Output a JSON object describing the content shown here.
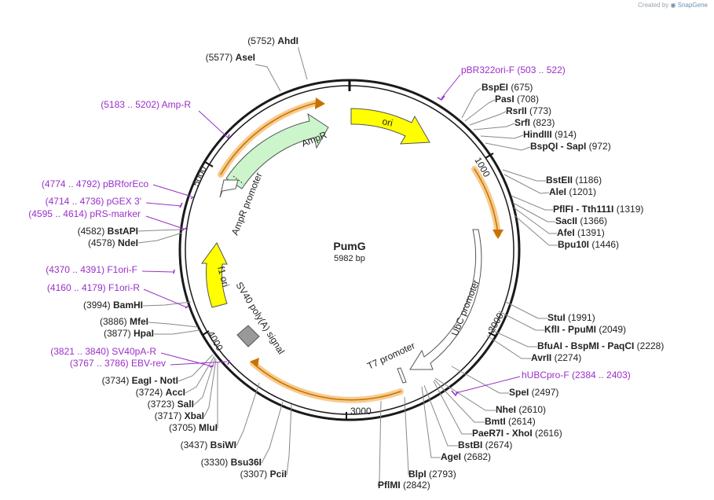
{
  "credit": {
    "prefix": "Created by",
    "brand": "SnapGene"
  },
  "plasmid": {
    "name": "PumG",
    "length_label": "5982 bp",
    "length": 5982
  },
  "ticks": [
    "1000",
    "2000",
    "3000",
    "4000",
    "5000"
  ],
  "features": [
    {
      "name": "ori",
      "type": "origin",
      "color": "#ffff00"
    },
    {
      "name": "AmpR",
      "type": "cds",
      "color": "#ccf5cc"
    },
    {
      "name": "AmpR promoter",
      "type": "promoter"
    },
    {
      "name": "f1 ori",
      "type": "origin",
      "color": "#ffff00"
    },
    {
      "name": "SV40 poly(A) signal",
      "type": "terminator",
      "color": "#999999"
    },
    {
      "name": "UbC promoter",
      "type": "promoter"
    },
    {
      "name": "T7 promoter",
      "type": "promoter"
    }
  ],
  "orfs_color": "#f0a030",
  "primers": [
    {
      "name": "pBR322ori-F",
      "range": "(503 .. 522)"
    },
    {
      "name": "Amp-R",
      "range": "(5183 .. 5202)"
    },
    {
      "name": "pBRforEco",
      "range": "(4774 .. 4792)"
    },
    {
      "name": "pGEX 3'",
      "range": "(4714 .. 4736)"
    },
    {
      "name": "pRS-marker",
      "range": "(4595 .. 4614)"
    },
    {
      "name": "F1ori-F",
      "range": "(4370 .. 4391)"
    },
    {
      "name": "F1ori-R",
      "range": "(4160 .. 4179)"
    },
    {
      "name": "SV40pA-R",
      "range": "(3821 .. 3840)"
    },
    {
      "name": "EBV-rev",
      "range": "(3767 .. 3786)"
    },
    {
      "name": "hUBCpro-F",
      "range": "(2384 .. 2403)"
    }
  ],
  "sites": [
    {
      "name": "AhdI",
      "pos": "(5752)"
    },
    {
      "name": "AseI",
      "pos": "(5577)"
    },
    {
      "name": "BspEI",
      "pos": "(675)"
    },
    {
      "name": "PasI",
      "pos": "(708)"
    },
    {
      "name": "RsrII",
      "pos": "(773)"
    },
    {
      "name": "SrfI",
      "pos": "(823)"
    },
    {
      "name": "HindIII",
      "pos": "(914)"
    },
    {
      "name": "BspQI  -  SapI",
      "pos": "(972)"
    },
    {
      "name": "BstEII",
      "pos": "(1186)"
    },
    {
      "name": "AleI",
      "pos": "(1201)"
    },
    {
      "name": "PflFI  -  Tth111I",
      "pos": "(1319)"
    },
    {
      "name": "SacII",
      "pos": "(1366)"
    },
    {
      "name": "AfeI",
      "pos": "(1391)"
    },
    {
      "name": "Bpu10I",
      "pos": "(1446)"
    },
    {
      "name": "StuI",
      "pos": "(1991)"
    },
    {
      "name": "KflI  -  PpuMI",
      "pos": "(2049)"
    },
    {
      "name": "BfuAI  -  BspMI  -  PaqCI",
      "pos": "(2228)"
    },
    {
      "name": "AvrII",
      "pos": "(2274)"
    },
    {
      "name": "SpeI",
      "pos": "(2497)"
    },
    {
      "name": "NheI",
      "pos": "(2610)"
    },
    {
      "name": "BmtI",
      "pos": "(2614)"
    },
    {
      "name": "PaeR7I  -  XhoI",
      "pos": "(2616)"
    },
    {
      "name": "BstBI",
      "pos": "(2674)"
    },
    {
      "name": "AgeI",
      "pos": "(2682)"
    },
    {
      "name": "BlpI",
      "pos": "(2793)"
    },
    {
      "name": "PflMI",
      "pos": "(2842)"
    },
    {
      "name": "BstAPI",
      "pos": "(4582)"
    },
    {
      "name": "NdeI",
      "pos": "(4578)"
    },
    {
      "name": "BamHI",
      "pos": "(3994)"
    },
    {
      "name": "MfeI",
      "pos": "(3886)"
    },
    {
      "name": "HpaI",
      "pos": "(3877)"
    },
    {
      "name": "EagI  -  NotI",
      "pos": "(3734)"
    },
    {
      "name": "AccI",
      "pos": "(3724)"
    },
    {
      "name": "SalI",
      "pos": "(3723)"
    },
    {
      "name": "XbaI",
      "pos": "(3717)"
    },
    {
      "name": "MluI",
      "pos": "(3705)"
    },
    {
      "name": "BsiWI",
      "pos": "(3437)"
    },
    {
      "name": "Bsu36I",
      "pos": "(3330)"
    },
    {
      "name": "PciI",
      "pos": "(3307)"
    }
  ]
}
